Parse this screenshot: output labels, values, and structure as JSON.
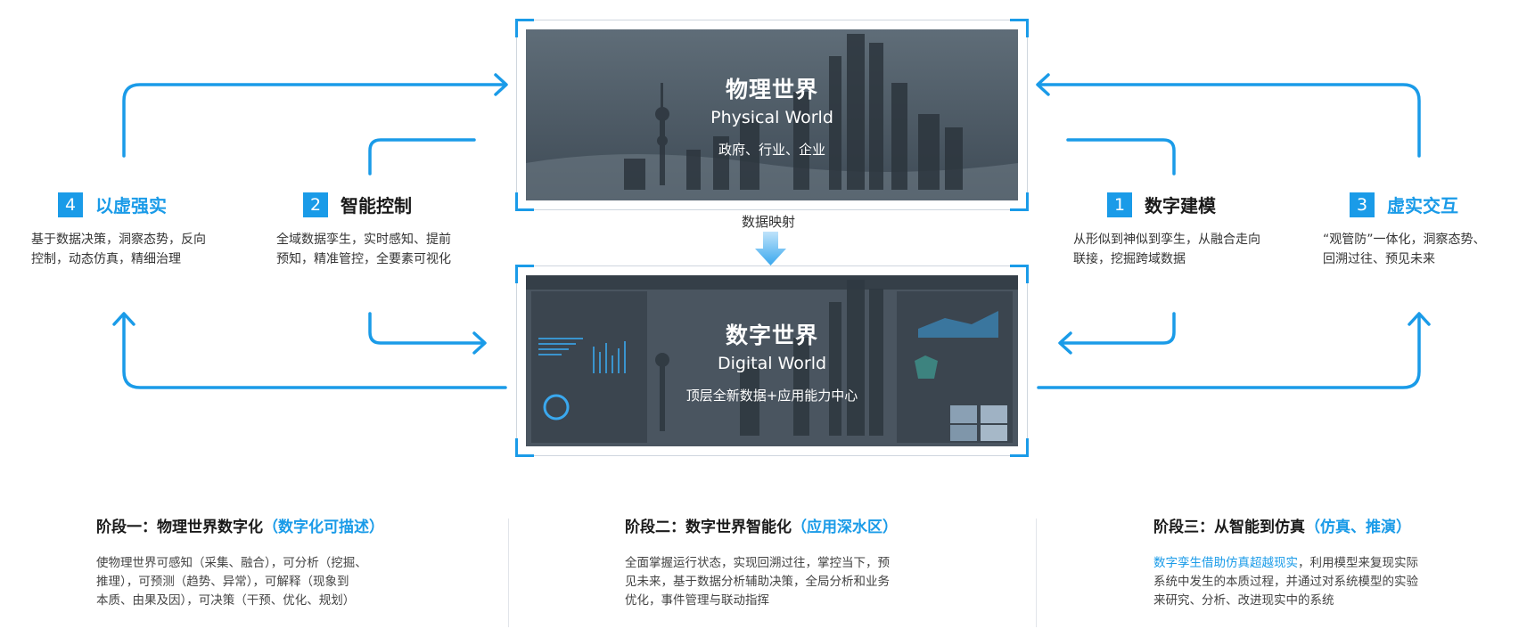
{
  "physical_world": {
    "title": "物理世界",
    "title_en": "Physical World",
    "subtitle": "政府、行业、企业"
  },
  "data_mapping_label": "数据映射",
  "digital_world": {
    "title": "数字世界",
    "title_en": "Digital World",
    "subtitle": "顶层全新数据+应用能力中心"
  },
  "stages": {
    "s1": {
      "number": "1",
      "title": "数字建模",
      "desc_line1": "从形似到神似到孪生，从融合走向",
      "desc_line2": "联接，挖掘跨域数据"
    },
    "s2": {
      "number": "2",
      "title": "智能控制",
      "desc_line1": "全域数据孪生，实时感知、提前",
      "desc_line2": "预知，精准管控，全要素可视化"
    },
    "s3": {
      "number": "3",
      "title": "虚实交互",
      "desc_line1": "“观管防”一体化，洞察态势、",
      "desc_line2": "回溯过往、预见未来"
    },
    "s4": {
      "number": "4",
      "title": "以虚强实",
      "desc_line1": "基于数据决策，洞察态势，反向",
      "desc_line2": "控制，动态仿真，精细治理"
    }
  },
  "phases": [
    {
      "title": "阶段一：物理世界数字化",
      "highlight": "（数字化可描述）",
      "line1": "使物理世界可感知（采集、融合），可分析（挖掘、",
      "line2": "推理），可预测（趋势、异常），可解释（现象到",
      "line3": "本质、由果及因），可决策（干预、优化、规划）"
    },
    {
      "title": "阶段二：数字世界智能化",
      "highlight": "（应用深水区）",
      "line1": "全面掌握运行状态，实现回溯过往，掌控当下，预",
      "line2": "见未来，基于数据分析辅助决策，全局分析和业务",
      "line3": "优化，事件管理与联动指挥"
    },
    {
      "title": "阶段三：从智能到仿真",
      "highlight": "（仿真、推演）",
      "line1_highlight": "数字孪生借助仿真超越现实",
      "line1_rest": "，利用模型来复现实际",
      "line2": "系统中发生的本质过程，并通过对系统模型的实验",
      "line3": "来研究、分析、改进现实中的系统"
    }
  ],
  "colors": {
    "accent": "#1a9be8",
    "panel_dark": "#4d5a66"
  }
}
